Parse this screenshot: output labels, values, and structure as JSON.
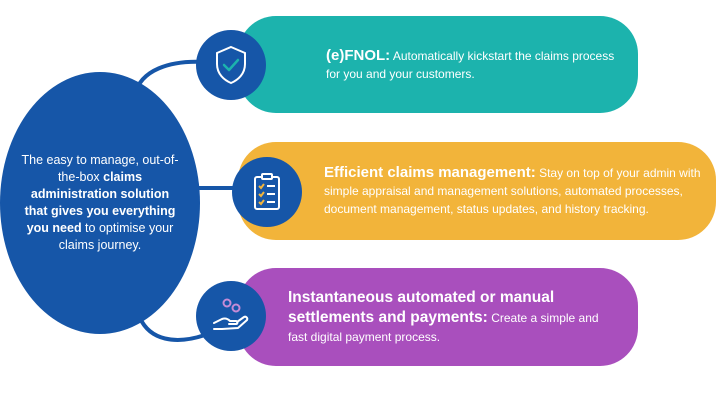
{
  "center": {
    "line1": "The easy to manage, out-of-the-box ",
    "bold1": "claims administration solution that gives you everything you need",
    "line2": " to optimise your claims journey."
  },
  "items": [
    {
      "title": "(e)FNOL:",
      "text": "Automatically kickstart the claims process for you and your customers.",
      "icon": "shield-check-icon",
      "color": "#1cb3ad"
    },
    {
      "title": "Efficient claims management:",
      "text": "Stay on top of your admin with simple appraisal and management solutions, automated processes, document management, status updates, and history tracking.",
      "icon": "clipboard-checklist-icon",
      "color": "#f2b43a"
    },
    {
      "title": "Instantaneous automated or manual settlements and payments:",
      "text": "Create a simple and fast digital payment process.",
      "icon": "hand-coins-icon",
      "color": "#a94fbd"
    }
  ],
  "colors": {
    "primary": "#1656a8"
  }
}
